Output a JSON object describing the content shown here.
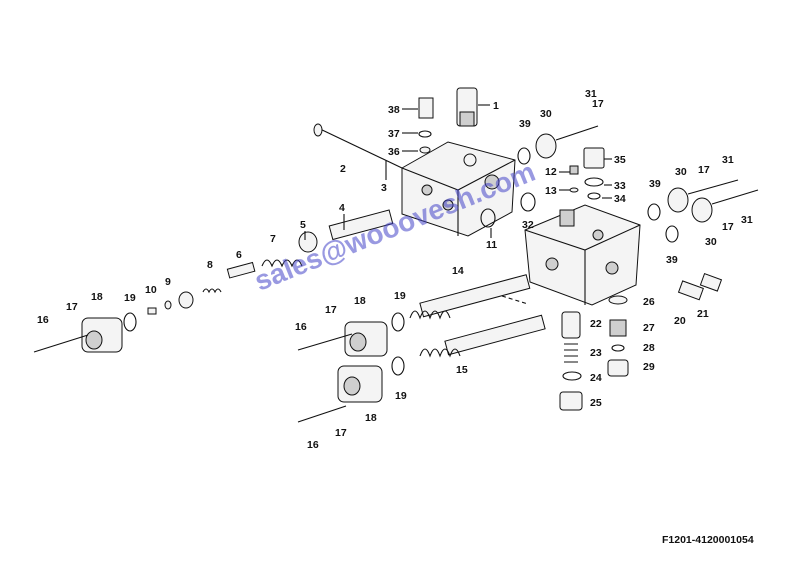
{
  "drawing_code": "F1201-4120001054",
  "watermark": "sales@wooovesh.com",
  "callouts": [
    "1",
    "2",
    "3",
    "4",
    "5",
    "6",
    "7",
    "8",
    "9",
    "10",
    "11",
    "12",
    "13",
    "14",
    "15",
    "16",
    "17",
    "18",
    "19",
    "20",
    "21",
    "22",
    "23",
    "24",
    "25",
    "26",
    "27",
    "28",
    "29",
    "30",
    "31",
    "32",
    "33",
    "34",
    "35",
    "36",
    "37",
    "38",
    "39"
  ]
}
